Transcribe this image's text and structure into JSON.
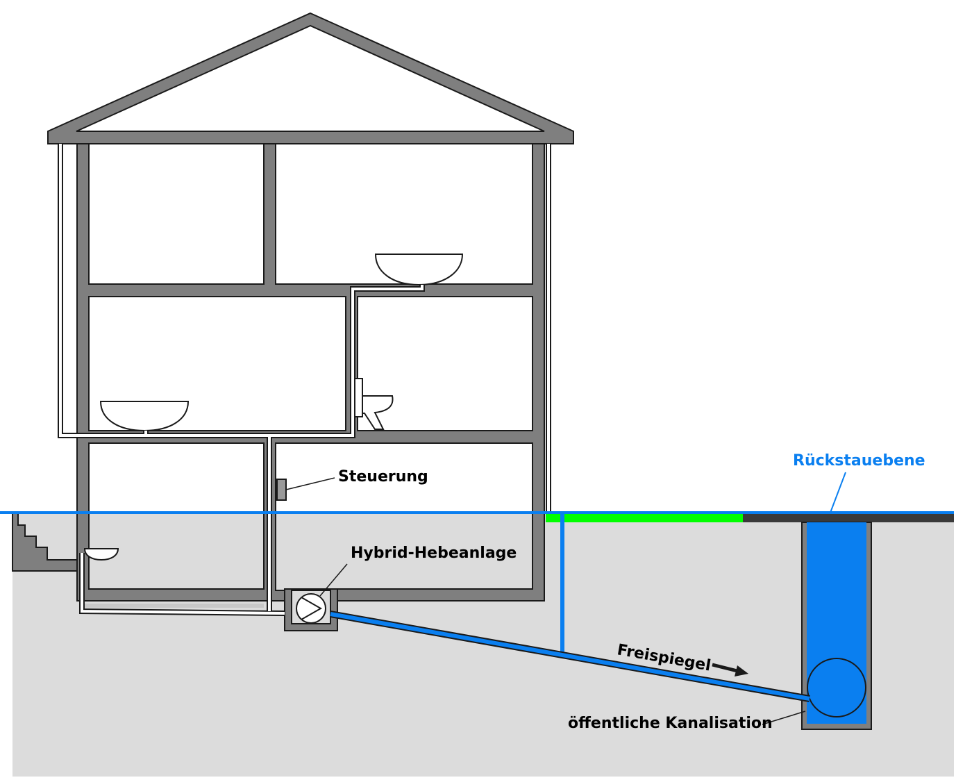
{
  "labels": {
    "steuerung": "Steuerung",
    "hebeanlage": "Hybrid-Hebeanlage",
    "rueckstauebene": "Rückstauebene",
    "freispiegel": "Freispiegel",
    "kanalisation": "öffentliche Kanalisation"
  },
  "colors": {
    "wall": "#7f7f7f",
    "outline": "#1a1a1a",
    "ground": "#dcdcdc",
    "water": "#0a7ff0",
    "grass": "#00ff00",
    "street": "#3a3a3a"
  }
}
